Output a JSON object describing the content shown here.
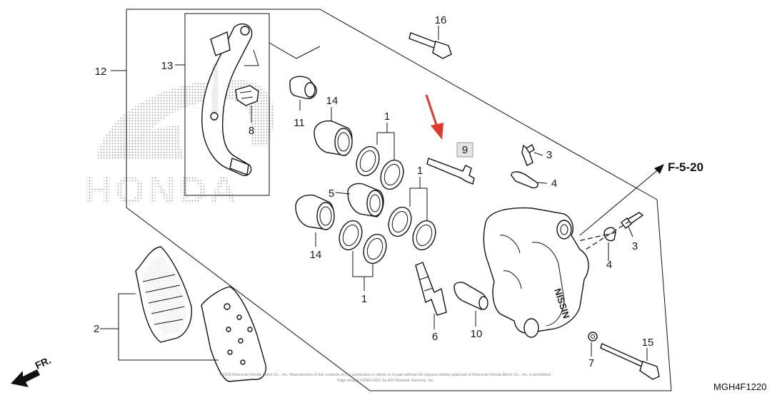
{
  "diagram": {
    "callouts": {
      "c1_top": "1",
      "c1_right": "1",
      "c1_bottom": "1",
      "c2": "2",
      "c3_top": "3",
      "c3_bottom": "3",
      "c4_top": "4",
      "c4_bottom": "4",
      "c5": "5",
      "c6": "6",
      "c7": "7",
      "c8": "8",
      "c9": "9",
      "c10": "10",
      "c11": "11",
      "c12": "12",
      "c13": "13",
      "c14_top": "14",
      "c14_bottom": "14",
      "c15": "15",
      "c16": "16"
    },
    "reference_label": "F-5-20",
    "direction_label": "FR.",
    "diagram_code": "MGH4F1220",
    "watermark": "HONDA",
    "copyright_line1": "©2016 American Honda Motor Co., Inc. Reproduction of the contents of this publication in whole or in part without the express written approval of American Honda Motor Co., Inc. is prohibited.",
    "copyright_line2": "Page design ©2004-2017 by ARI Network Services, Inc.",
    "colors": {
      "highlight_box": "#e4e4e4",
      "arrow": "#e03a2a",
      "ink": "#111111"
    }
  }
}
